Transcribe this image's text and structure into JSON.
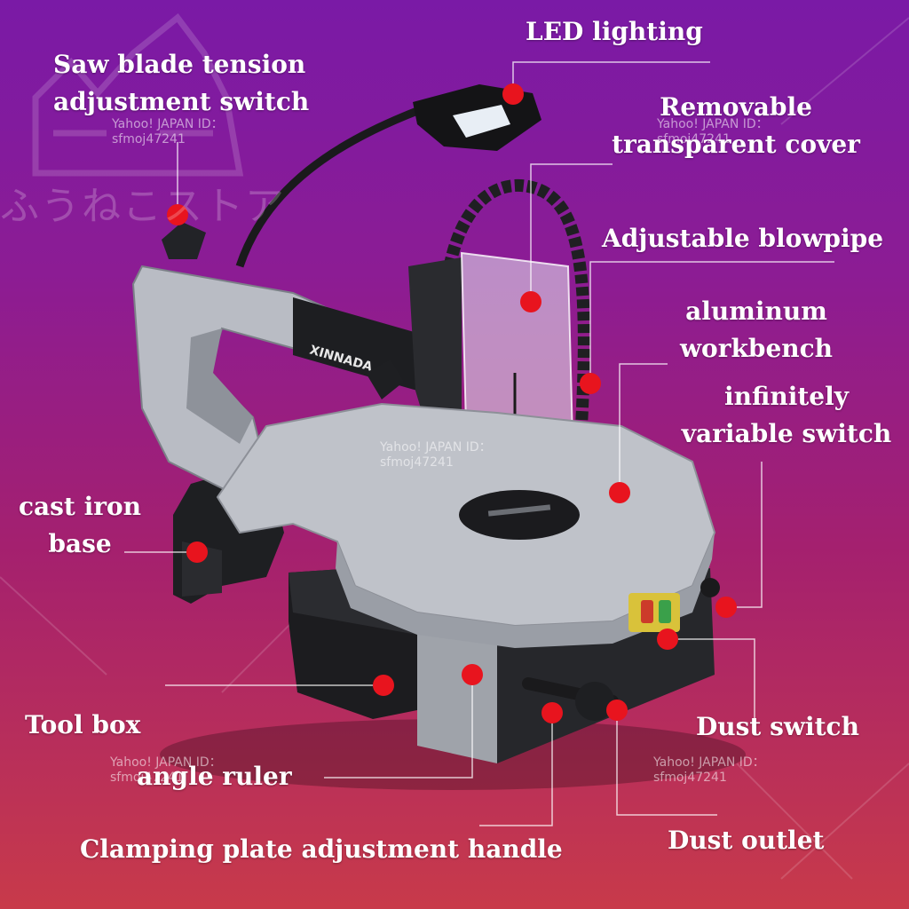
{
  "labels": {
    "led_lighting": "LED lighting",
    "tension_switch_line1": "Saw blade tension",
    "tension_switch_line2": "adjustment switch",
    "removable_cover_line1": "Removable",
    "removable_cover_line2": "transparent cover",
    "blowpipe": "Adjustable blowpipe",
    "workbench_line1": "aluminum",
    "workbench_line2": "workbench",
    "variable_switch_line1": "infinitely",
    "variable_switch_line2": "variable switch",
    "cast_iron_line1": "cast iron",
    "cast_iron_line2": "base",
    "tool_box": "Tool box",
    "dust_switch": "Dust switch",
    "angle_ruler": "angle ruler",
    "dust_outlet": "Dust outlet",
    "clamping_handle": "Clamping plate adjustment handle"
  },
  "product": {
    "brand": "XINNADA"
  },
  "watermarks": {
    "store": "ふうねこストア",
    "line1": "Yahoo! JAPAN ID：",
    "line2": "sfmoj47241"
  },
  "colors": {
    "marker": "#e8141e",
    "text": "#ffffff",
    "metal": "#b9bcc4",
    "dark": "#1e1f22"
  }
}
